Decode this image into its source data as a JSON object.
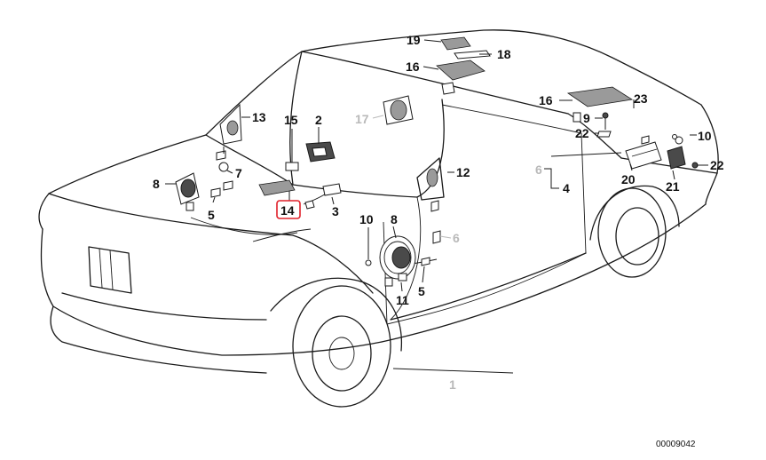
{
  "diagram": {
    "part_labels": [
      {
        "id": "p19",
        "text": "19",
        "muted": false
      },
      {
        "id": "p18",
        "text": "18",
        "muted": false
      },
      {
        "id": "p16a",
        "text": "16",
        "muted": false
      },
      {
        "id": "p16b",
        "text": "16",
        "muted": false
      },
      {
        "id": "p23",
        "text": "23",
        "muted": false
      },
      {
        "id": "p13",
        "text": "13",
        "muted": false
      },
      {
        "id": "p15",
        "text": "15",
        "muted": false
      },
      {
        "id": "p2",
        "text": "2",
        "muted": false
      },
      {
        "id": "p17",
        "text": "17",
        "muted": true
      },
      {
        "id": "p9",
        "text": "9",
        "muted": false
      },
      {
        "id": "p22a",
        "text": "22",
        "muted": false
      },
      {
        "id": "p10a",
        "text": "10",
        "muted": false
      },
      {
        "id": "p7",
        "text": "7",
        "muted": false
      },
      {
        "id": "p8a",
        "text": "8",
        "muted": false
      },
      {
        "id": "p12",
        "text": "12",
        "muted": false
      },
      {
        "id": "p6a",
        "text": "6",
        "muted": true
      },
      {
        "id": "p4",
        "text": "4",
        "muted": false
      },
      {
        "id": "p20",
        "text": "20",
        "muted": false
      },
      {
        "id": "p21",
        "text": "21",
        "muted": false
      },
      {
        "id": "p22b",
        "text": "22",
        "muted": false
      },
      {
        "id": "p5a",
        "text": "5",
        "muted": false
      },
      {
        "id": "p14",
        "text": "14",
        "muted": false,
        "highlighted": true
      },
      {
        "id": "p3",
        "text": "3",
        "muted": false
      },
      {
        "id": "p10b",
        "text": "10",
        "muted": false
      },
      {
        "id": "p8b",
        "text": "8",
        "muted": false
      },
      {
        "id": "p6b",
        "text": "6",
        "muted": true
      },
      {
        "id": "p11",
        "text": "11",
        "muted": false
      },
      {
        "id": "p5b",
        "text": "5",
        "muted": false
      },
      {
        "id": "p1",
        "text": "1",
        "muted": true
      }
    ],
    "drawing_code": "00009042",
    "colors": {
      "ink": "#1a1a1a",
      "muted_label": "#b9b9b9",
      "highlight": "#e0202a"
    }
  }
}
